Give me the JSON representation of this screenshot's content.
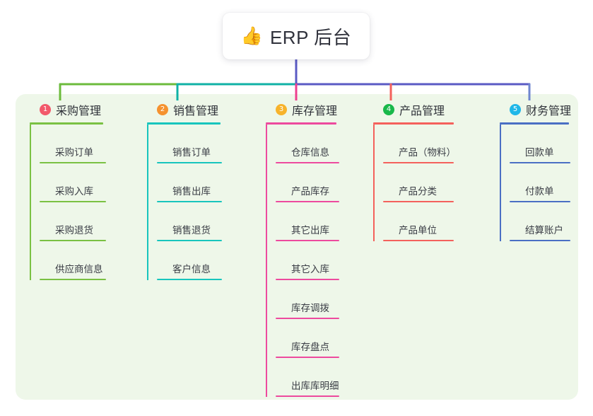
{
  "root": {
    "icon": "thumbs-up-emoji",
    "emoji": "👍",
    "title": "ERP 后台"
  },
  "palette": {
    "panel_bg": "#eef7e9",
    "page_bg": "#ffffff",
    "card_bg": "#ffffff",
    "text": "#2f3239",
    "bus_green": "#6cbb3c",
    "bus_teal": "#10b2a6",
    "bus_indigo": "#5a5ac4"
  },
  "columns": [
    {
      "number": "1",
      "title": "采购管理",
      "badge_color": "#f2596b",
      "line_color": "#7ac143",
      "drop_color": "#6cbb3c",
      "items": [
        {
          "label": "采购订单"
        },
        {
          "label": "采购入库"
        },
        {
          "label": "采购退货"
        },
        {
          "label": "供应商信息"
        }
      ]
    },
    {
      "number": "2",
      "title": "销售管理",
      "badge_color": "#f5922f",
      "line_color": "#18c5bd",
      "drop_color": "#10b2a6",
      "items": [
        {
          "label": "销售订单"
        },
        {
          "label": "销售出库"
        },
        {
          "label": "销售退货"
        },
        {
          "label": "客户信息"
        }
      ]
    },
    {
      "number": "3",
      "title": "库存管理",
      "badge_color": "#f7b32b",
      "line_color": "#ed4a9e",
      "drop_color": "#ee3f8f",
      "items": [
        {
          "label": "仓库信息"
        },
        {
          "label": "产品库存"
        },
        {
          "label": "其它出库"
        },
        {
          "label": "其它入库"
        },
        {
          "label": "库存调拨"
        },
        {
          "label": "库存盘点"
        },
        {
          "label": "出库库明细"
        }
      ]
    },
    {
      "number": "4",
      "title": "产品管理",
      "badge_color": "#18b84a",
      "line_color": "#f4615c",
      "drop_color": "#f4615c",
      "items": [
        {
          "label": "产品（物料）"
        },
        {
          "label": "产品分类"
        },
        {
          "label": "产品单位"
        }
      ]
    },
    {
      "number": "5",
      "title": "财务管理",
      "badge_color": "#20b7e8",
      "line_color": "#4a6fc4",
      "drop_color": "#6f86cf",
      "items": [
        {
          "label": "回款单"
        },
        {
          "label": "付款单"
        },
        {
          "label": "结算账户"
        }
      ]
    }
  ]
}
